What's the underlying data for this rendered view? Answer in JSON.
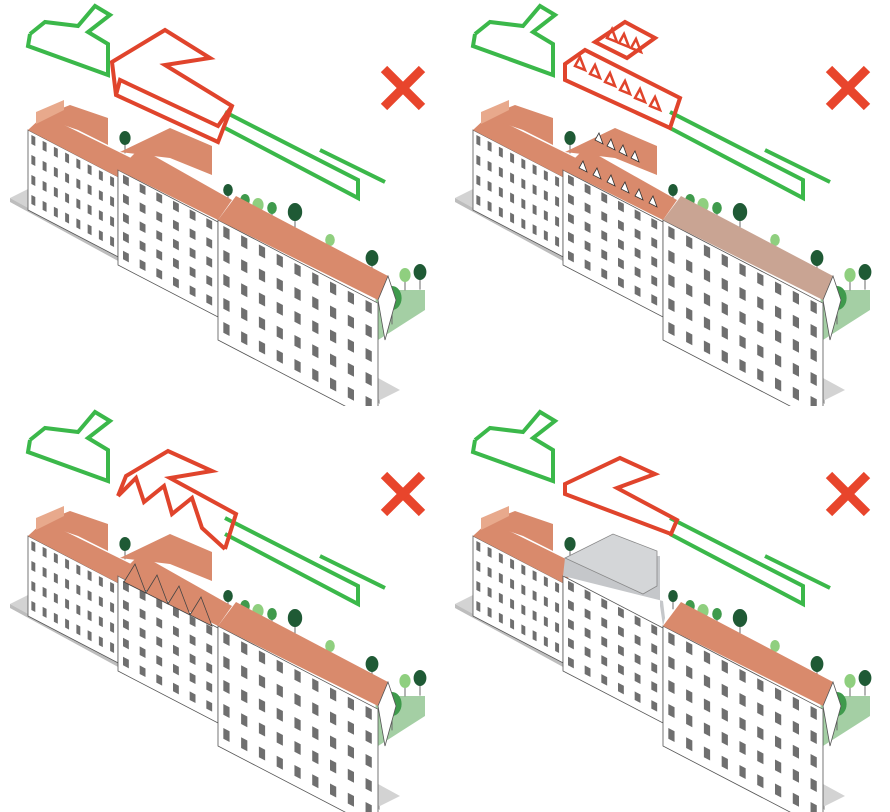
{
  "colors": {
    "outline_existing": "#3bb84a",
    "outline_proposed": "#e0442c",
    "cross": "#e8452c",
    "roof": "#d98a6c",
    "roof_light": "#e8a98c",
    "roof_faded": "#c9a493",
    "roof_grey": "#c5c7ca",
    "facade": "#ffffff",
    "window": "#6f6f6f",
    "street": "#d3d3d3",
    "tree_dark": "#1f5a35",
    "tree_mid": "#3f9a4c",
    "tree_light": "#8fcf7f",
    "yard": "#5aa85a"
  },
  "panels": [
    {
      "id": "top-left",
      "variant": "mansard-roof",
      "verdict": "rejected",
      "verdict_icon": "cross-icon"
    },
    {
      "id": "top-right",
      "variant": "dormer-windows",
      "verdict": "rejected",
      "verdict_icon": "cross-icon"
    },
    {
      "id": "bottom-left",
      "variant": "gable-dormers",
      "verdict": "rejected",
      "verdict_icon": "cross-icon"
    },
    {
      "id": "bottom-right",
      "variant": "flat-roof-addition",
      "verdict": "rejected",
      "verdict_icon": "cross-icon"
    }
  ]
}
